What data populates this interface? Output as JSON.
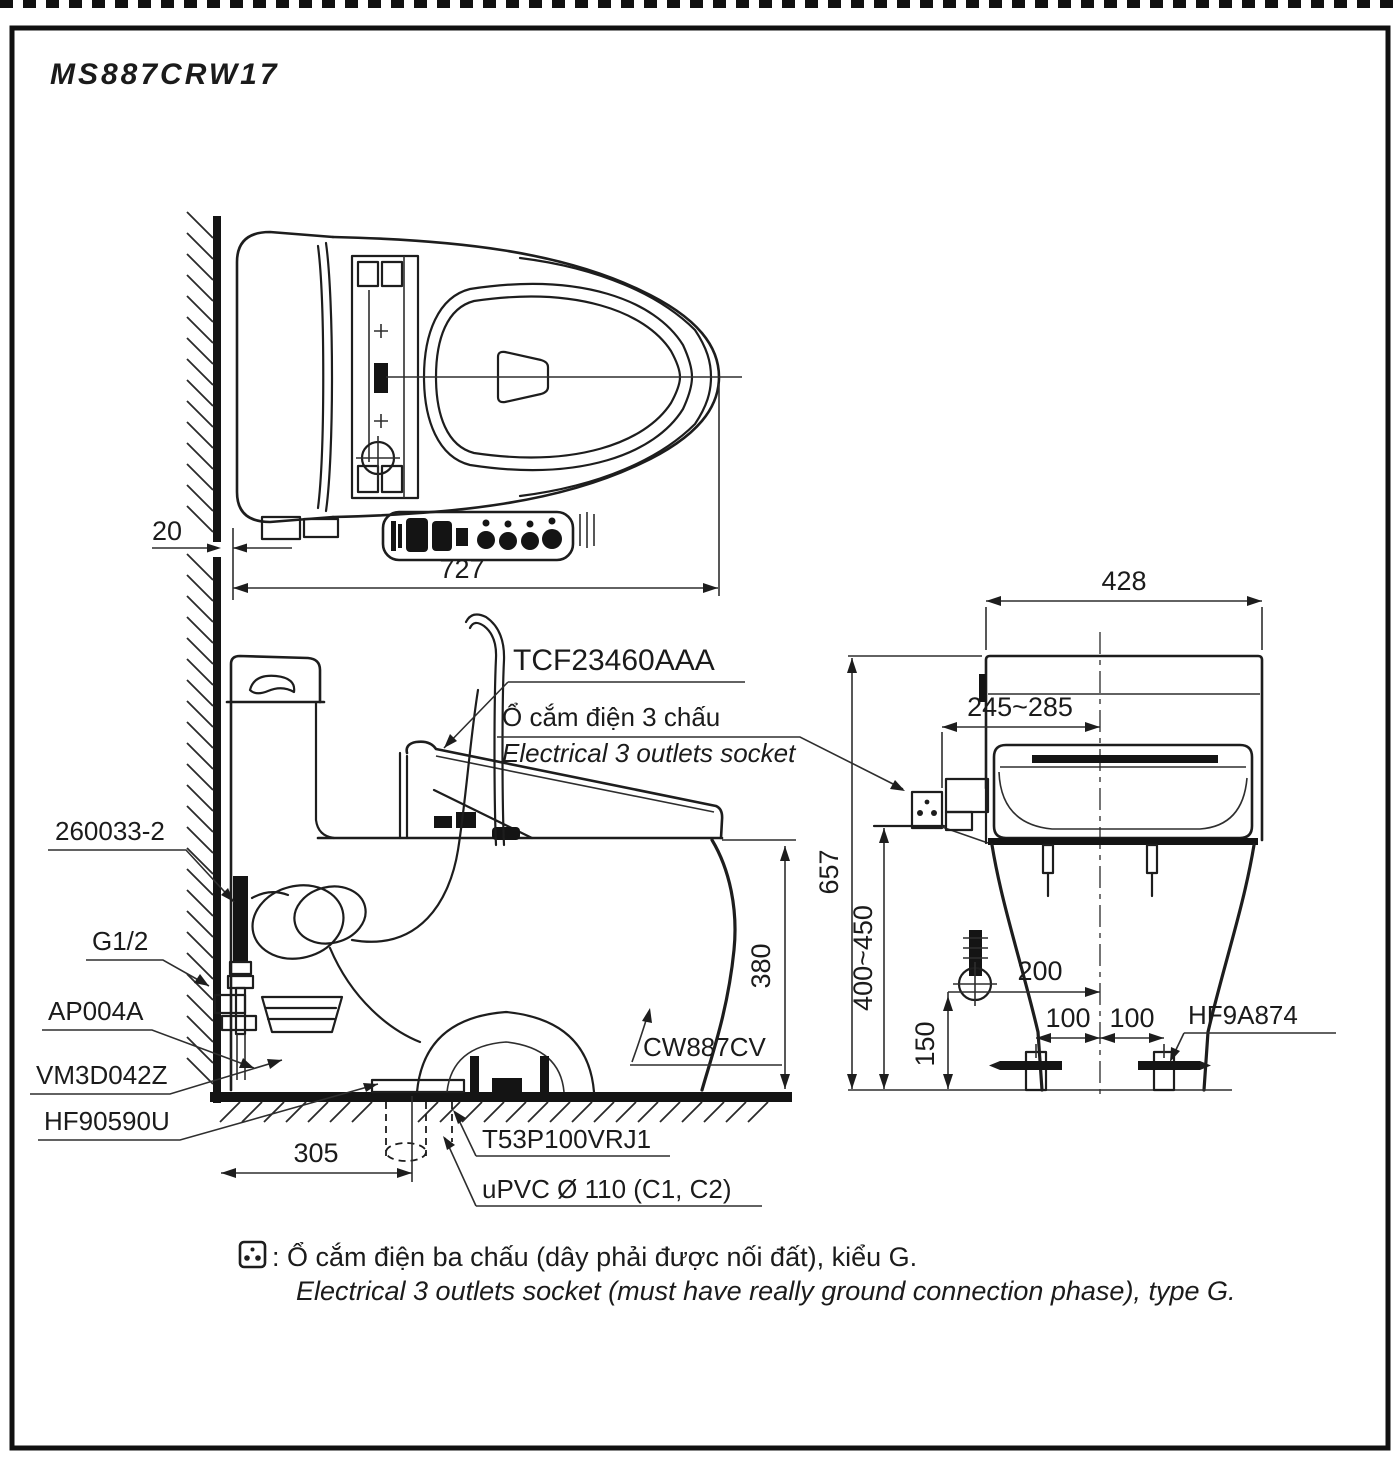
{
  "drawing": {
    "title": "MS887CRW17",
    "top_view": {
      "dim_wall_gap": "20",
      "dim_depth": "727"
    },
    "side_view": {
      "label_washlet": "TCF23460AAA",
      "label_socket_vi": "Ổ cắm điện 3 chấu",
      "label_socket_en": "Electrical 3 outlets socket",
      "label_hose": "260033-2",
      "label_thread": "G1/2",
      "label_valve": "AP004A",
      "label_seal": "VM3D042Z",
      "label_flange": "HF90590U",
      "label_bowl": "CW887CV",
      "label_joint": "T53P100VRJ1",
      "label_pipe": "uPVC Ø 110 (C1, C2)",
      "dim_rough_in": "305",
      "dim_rim_height": "380"
    },
    "front_view": {
      "dim_width": "428",
      "dim_total_height": "657",
      "dim_socket_height": "400~450",
      "dim_socket_offset": "245~285",
      "dim_supply_offset": "200",
      "dim_supply_height": "150",
      "dim_bolt_left": "100",
      "dim_bolt_right": "100",
      "label_bolt_cap": "HF9A874"
    },
    "note": {
      "vi": ": Ổ cắm điện ba chấu (dây phải được nối đất), kiểu G.",
      "en": "Electrical 3 outlets socket (must have really ground connection phase), type G."
    }
  }
}
